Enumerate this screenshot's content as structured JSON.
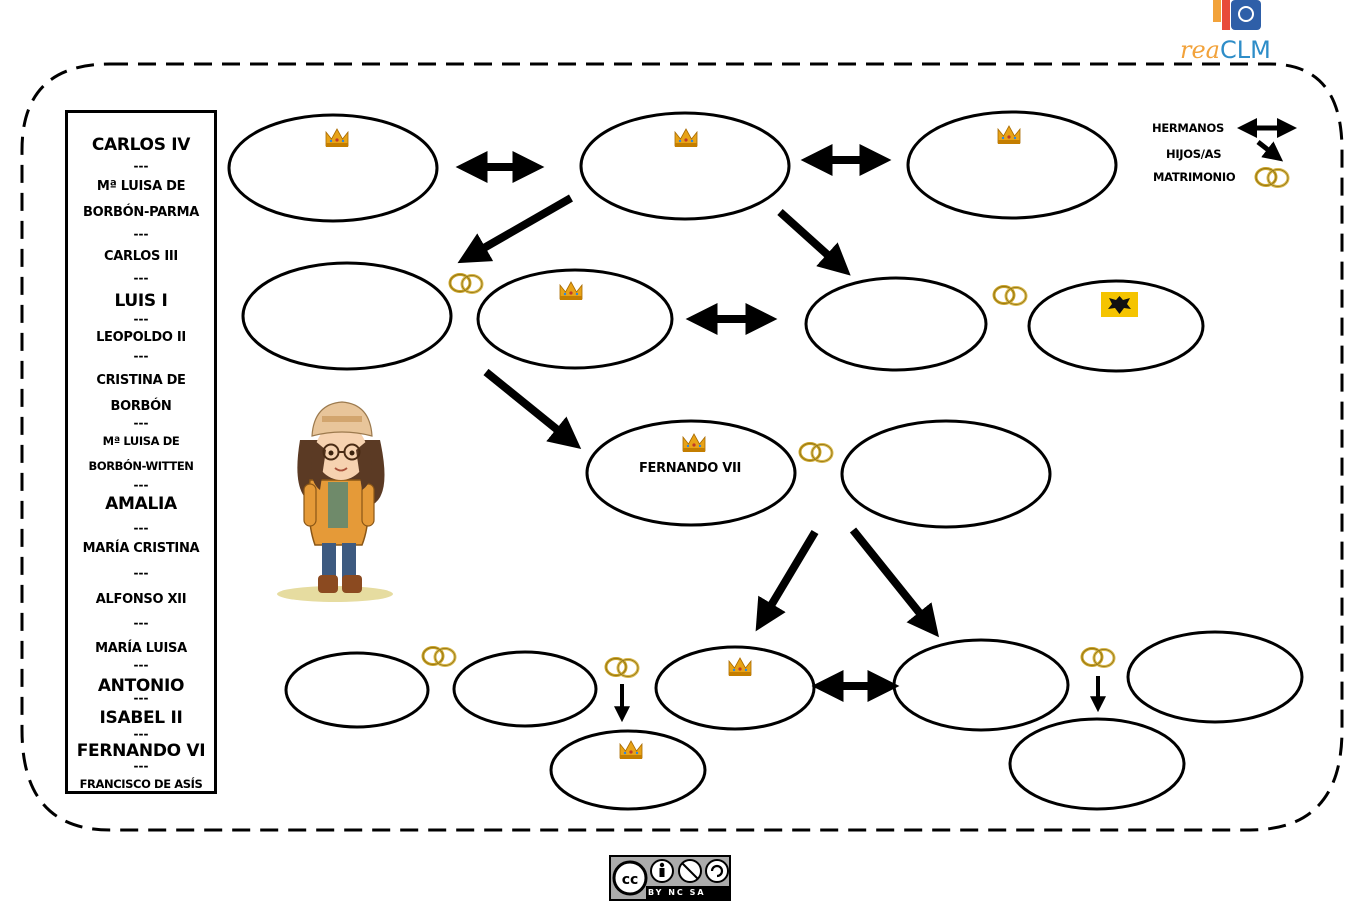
{
  "logo": {
    "part1": "rea",
    "part2": "CLM"
  },
  "word_bank": [
    "CARLOS IV",
    "---",
    "Mª LUISA DE",
    "BORBÓN-PARMA",
    "---",
    "CARLOS III",
    "---",
    "LUIS I",
    "---",
    "LEOPOLDO II",
    "---",
    "CRISTINA DE",
    "BORBÓN",
    "---",
    "Mª LUISA DE",
    "BORBÓN-WITTEN",
    "---",
    "AMALIA",
    "---",
    "MARÍA CRISTINA",
    "---",
    "ALFONSO XII",
    "---",
    "MARÍA LUISA",
    "---",
    "ANTONIO",
    "---",
    "ISABEL II",
    "---",
    "FERNANDO VI",
    "---",
    "FRANCISCO DE ASÍS"
  ],
  "legend": {
    "siblings": "HERMANOS",
    "children": "HIJOS/AS",
    "marriage": "MATRIMONIO"
  },
  "nodes": {
    "fernando_vii": "FERNANDO VII"
  },
  "license": {
    "labels": "BY NC SA"
  },
  "colors": {
    "crown": "#e8a317",
    "ring": "#c9a227",
    "flag": "#f5c400",
    "logo_orange": "#f2a23a",
    "logo_blue": "#2e8dc8"
  }
}
